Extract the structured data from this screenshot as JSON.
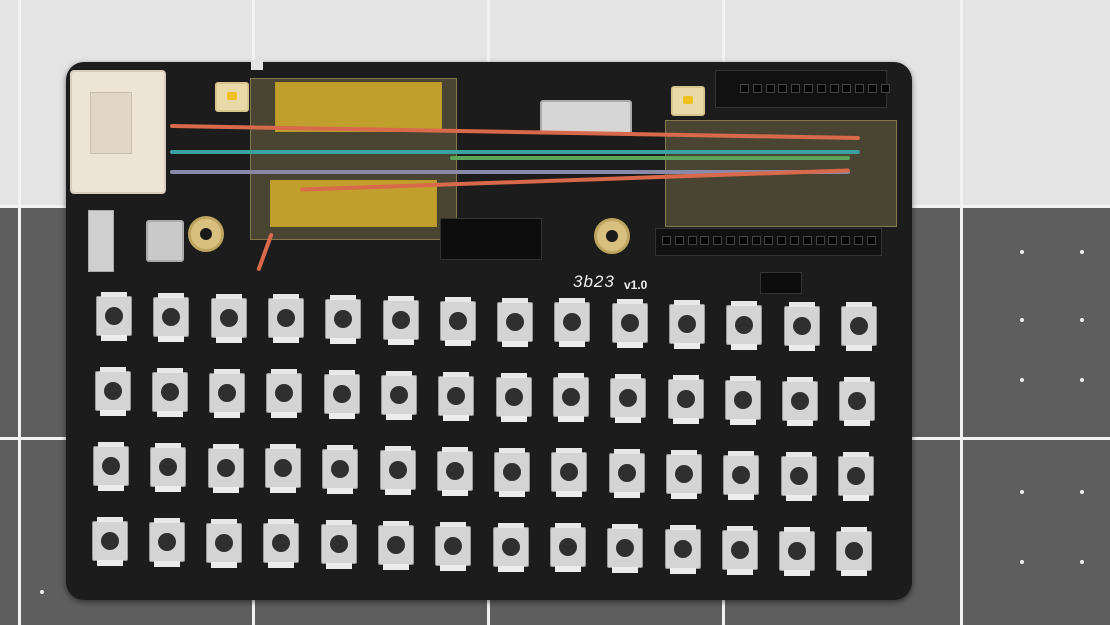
{
  "scene": {
    "description": "Top-down photo of a black PCB keyboard board with a 14x4 grid of tactile switches on a grey cutting mat",
    "background": "cutting mat, light grey top, dark grey bottom with white grid lines"
  },
  "pcb": {
    "silkscreen_name": "3b23",
    "silkscreen_version": "v1.0",
    "color": "#1c1c1c"
  },
  "keypad": {
    "columns": 14,
    "rows": 4,
    "key_color": "#d4d4d4",
    "cap_color": "#2f2f2f"
  },
  "wires": [
    {
      "color": "#d8694a"
    },
    {
      "color": "#3aa0a0"
    },
    {
      "color": "#5aa55a"
    },
    {
      "color": "#8a8aa8"
    },
    {
      "color": "#d8694a"
    }
  ],
  "colors": {
    "kapton": "#d6aa14",
    "connector": "#ede4d6",
    "mat_light": "#e4e4e4",
    "mat_dark": "#5e5e5e"
  }
}
